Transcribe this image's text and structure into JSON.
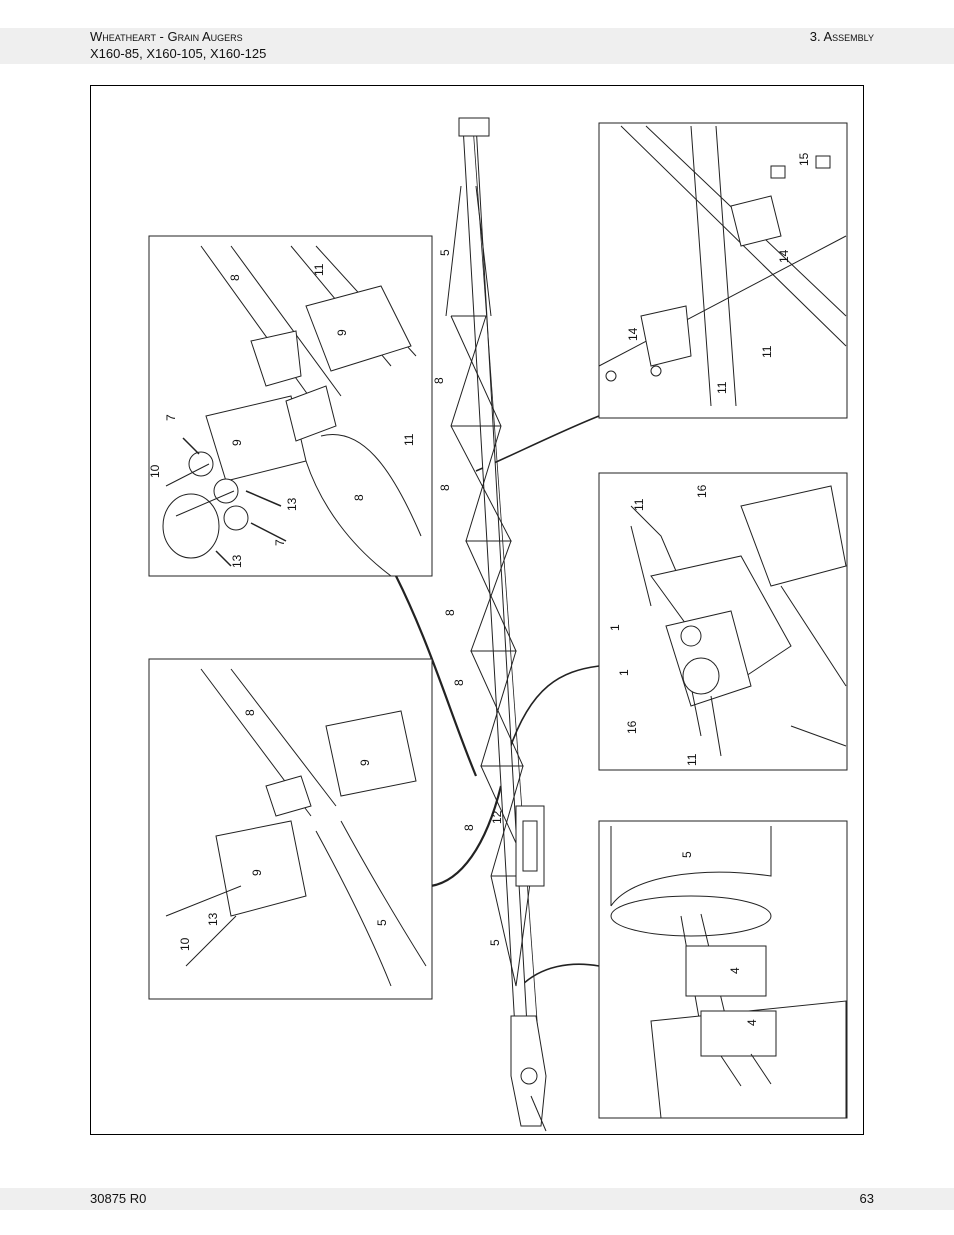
{
  "header": {
    "doc_title": "Wheatheart - Grain Augers",
    "models": "X160-85, X160-105, X160-125",
    "section": "3. Assembly"
  },
  "footer": {
    "doc_number": "30875 R0",
    "page_number": "63"
  },
  "figure": {
    "callouts": {
      "c1": "10",
      "c2": "7",
      "c3": "9",
      "c4": "8",
      "c5": "11",
      "c6": "9",
      "c7": "8",
      "c8": "11",
      "c9": "13",
      "c10": "7",
      "c11": "13",
      "m1": "5",
      "m2": "8",
      "m3": "8",
      "m4": "8",
      "m5": "8",
      "m6": "8",
      "m7": "12",
      "m8": "5",
      "b1": "8",
      "b2": "9",
      "b3": "9",
      "b4": "10",
      "b5": "13",
      "b6": "5",
      "r1": "15",
      "r2": "14",
      "r3": "14",
      "r4": "11",
      "r5": "11",
      "s1": "11",
      "s2": "16",
      "s3": "1",
      "s4": "1",
      "s5": "16",
      "s6": "11",
      "t1": "5",
      "t2": "4",
      "t3": "4"
    }
  }
}
